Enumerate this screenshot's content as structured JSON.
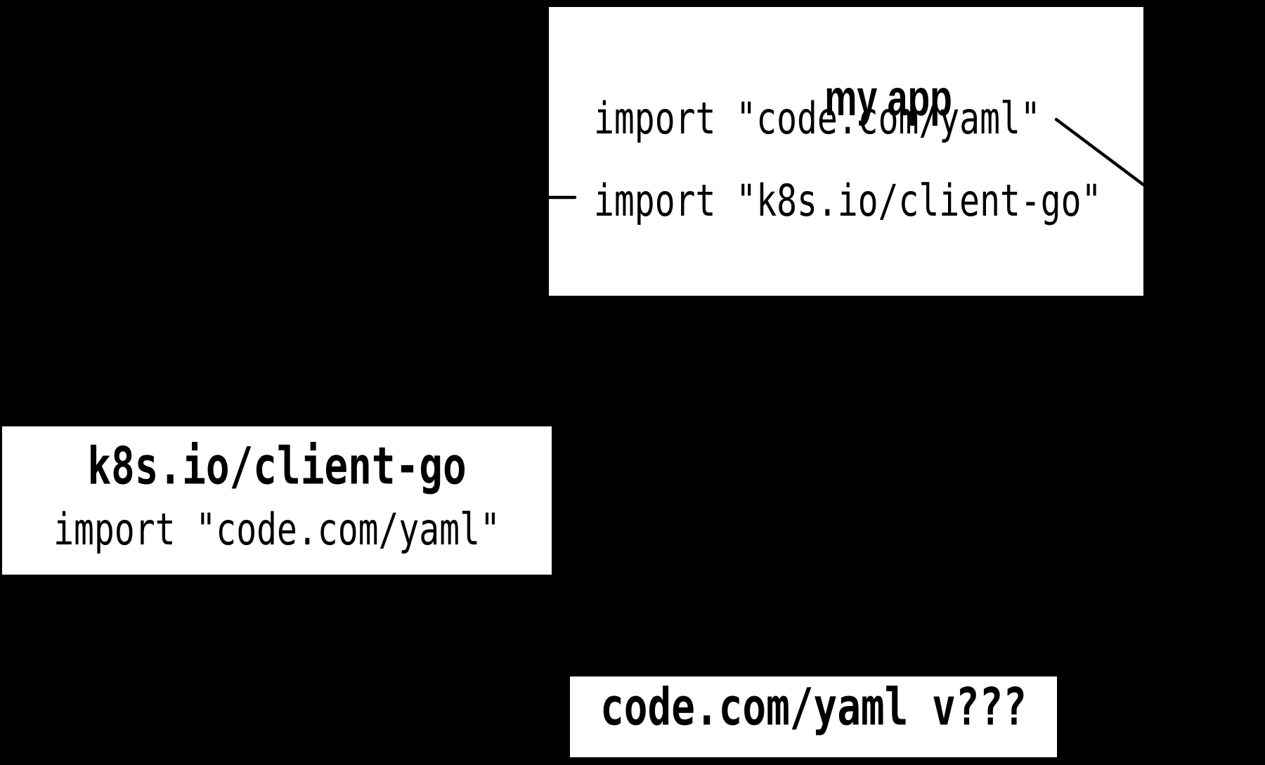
{
  "canvas": {
    "background_color": "#000000",
    "box_background_color": "#ffffff",
    "text_color": "#000000",
    "line_color": "#000000"
  },
  "boxes": {
    "my_app": {
      "title": "my app",
      "imports": [
        "import \"code.com/yaml\"",
        "import \"k8s.io/client-go\""
      ]
    },
    "client_go": {
      "title": "k8s.io/client-go",
      "imports": [
        "import \"code.com/yaml\""
      ]
    },
    "yaml": {
      "title": "code.com/yaml v???"
    }
  }
}
